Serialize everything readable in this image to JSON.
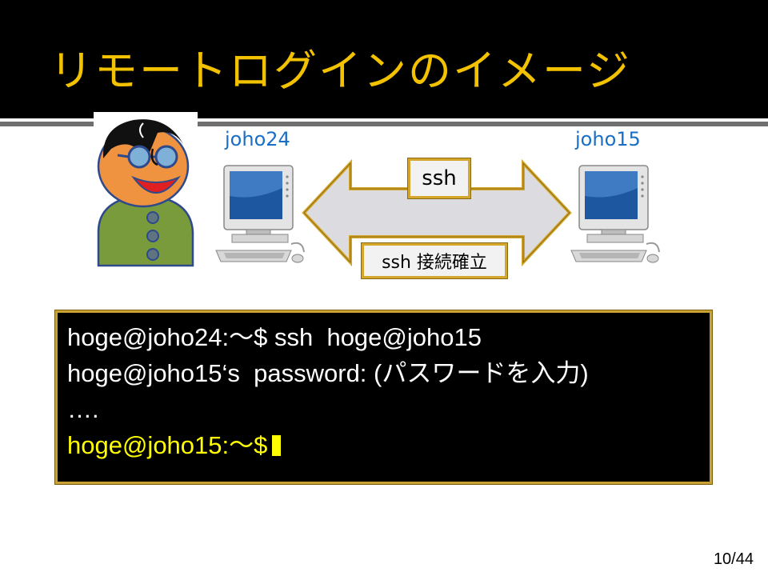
{
  "slide": {
    "title": "リモートログインのイメージ",
    "page_number": "10/44"
  },
  "diagram": {
    "left_host": "joho24",
    "right_host": "joho15",
    "arrow_top_label": "ssh",
    "arrow_bottom_label": "ssh 接続確立"
  },
  "terminal": {
    "lines": [
      "hoge@joho24:～$ ssh  hoge@joho15",
      "hoge@joho15‘s  password: (パスワードを入力)",
      "….",
      "hoge@joho15:～$"
    ]
  },
  "colors": {
    "title": "#f2c200",
    "host_label": "#1a6fc4",
    "prompt": "#ffff00",
    "frame_gold": "#d4a72c"
  },
  "icons": {
    "user": "person-with-glasses-icon",
    "computer": "desktop-computer-icon",
    "arrow": "double-headed-arrow-icon"
  }
}
